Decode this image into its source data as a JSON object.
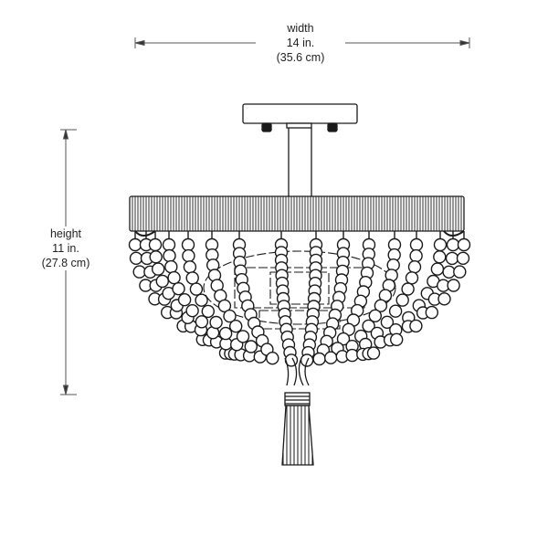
{
  "diagram": {
    "subject": "semi-flush mount beaded chandelier with tassel",
    "line_color": "#1a1a1a",
    "dimension_color": "#555555"
  },
  "dimensions": {
    "width": {
      "label": "width",
      "imperial": "14 in.",
      "metric": "(35.6 cm)"
    },
    "height": {
      "label": "height",
      "imperial": "11 in.",
      "metric": "(27.8 cm)"
    }
  }
}
